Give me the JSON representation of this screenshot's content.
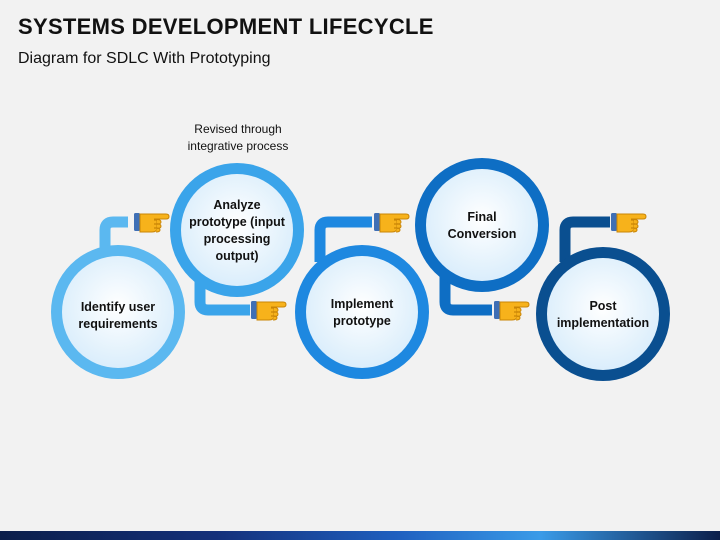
{
  "header": {
    "title": "SYSTEMS DEVELOPMENT LIFECYCLE",
    "subtitle": "Diagram for SDLC With Prototyping"
  },
  "note": "Revised through integrative process",
  "steps": [
    {
      "label": "Identify user requirements",
      "color": "#5bb8f0"
    },
    {
      "label": "Analyze prototype (input processing output)",
      "color": "#3aa4ea"
    },
    {
      "label": "Implement prototype",
      "color": "#1e88e0"
    },
    {
      "label": "Final Conversion",
      "color": "#0e6ec4"
    },
    {
      "label": "Post implementation",
      "color": "#0a4f90"
    }
  ],
  "icons": {
    "pointer": "pointing-hand-icon"
  }
}
